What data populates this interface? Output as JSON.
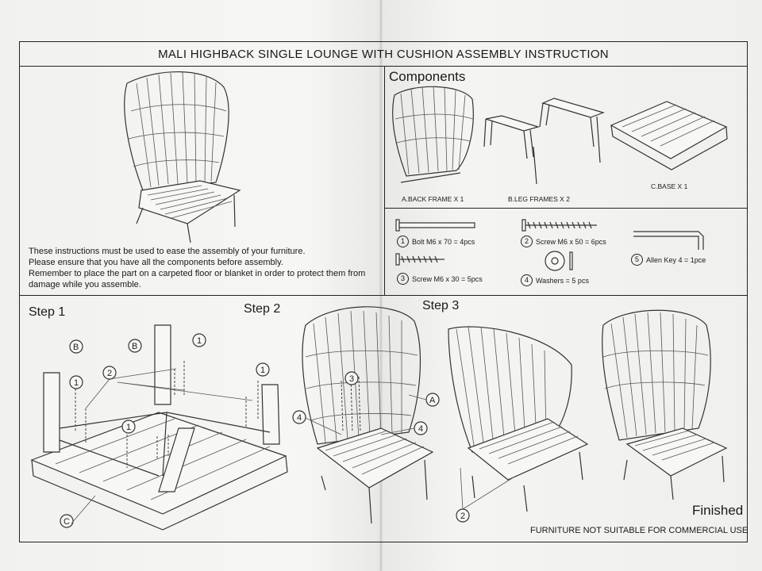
{
  "document": {
    "title": "MALI HIGHBACK SINGLE LOUNGE WITH CUSHION ASSEMBLY INSTRUCTION",
    "intro_lines": [
      "These instructions must be used to ease the  assembly of your furniture.",
      "Please ensure that you have all the components before assembly.",
      "Remember to place the part on a carpeted floor or blanket in order to protect them from",
      "damage while you assemble."
    ],
    "components": {
      "heading": "Components",
      "parts": [
        {
          "label": "A.BACK FRAME X 1"
        },
        {
          "label": "B.LEG FRAMES  X 2"
        },
        {
          "label": "C.BASE  X 1"
        }
      ],
      "hardware": [
        {
          "number": "1",
          "label": "Bolt M6 x 70 = 4pcs"
        },
        {
          "number": "2",
          "label": "Screw M6 x 50 = 6pcs"
        },
        {
          "number": "3",
          "label": "Screw M6 x 30 = 5pcs"
        },
        {
          "number": "4",
          "label": "Washers = 5 pcs"
        },
        {
          "number": "5",
          "label": "Allen Key 4 = 1pce"
        }
      ]
    },
    "steps": [
      {
        "label": "Step 1"
      },
      {
        "label": "Step 2"
      },
      {
        "label": "Step 3"
      }
    ],
    "callouts": {
      "b": "B",
      "c": "C",
      "a": "A",
      "one": "1",
      "two": "2",
      "three": "3",
      "four": "4"
    },
    "finished": "Finished",
    "footer": "FURNITURE NOT SUITABLE FOR COMMERCIAL USE"
  }
}
